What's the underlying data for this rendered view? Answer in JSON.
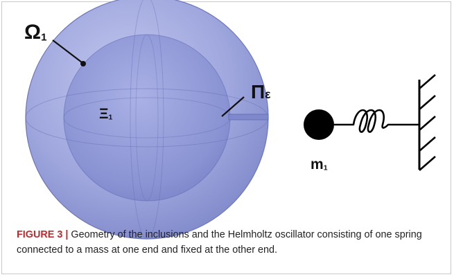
{
  "labels": {
    "outer_domain": {
      "symbol": "Ω",
      "subscript": "1"
    },
    "inner_domain": {
      "symbol": "Ξ",
      "subscript": "1"
    },
    "neck": {
      "symbol": "Π",
      "subscript": "ε"
    },
    "mass": {
      "symbol": "m",
      "subscript": "1"
    }
  },
  "caption": {
    "prefix": "FIGURE 3 |",
    "text": "Geometry of the inclusions and the Helmholtz oscillator consisting of one spring connected to a mass at one end and fixed at the other end."
  },
  "colors": {
    "caption_prefix": "#c02a2d",
    "sphere_fill": "#8f99d6",
    "sphere_edge": "#6a74b8"
  }
}
